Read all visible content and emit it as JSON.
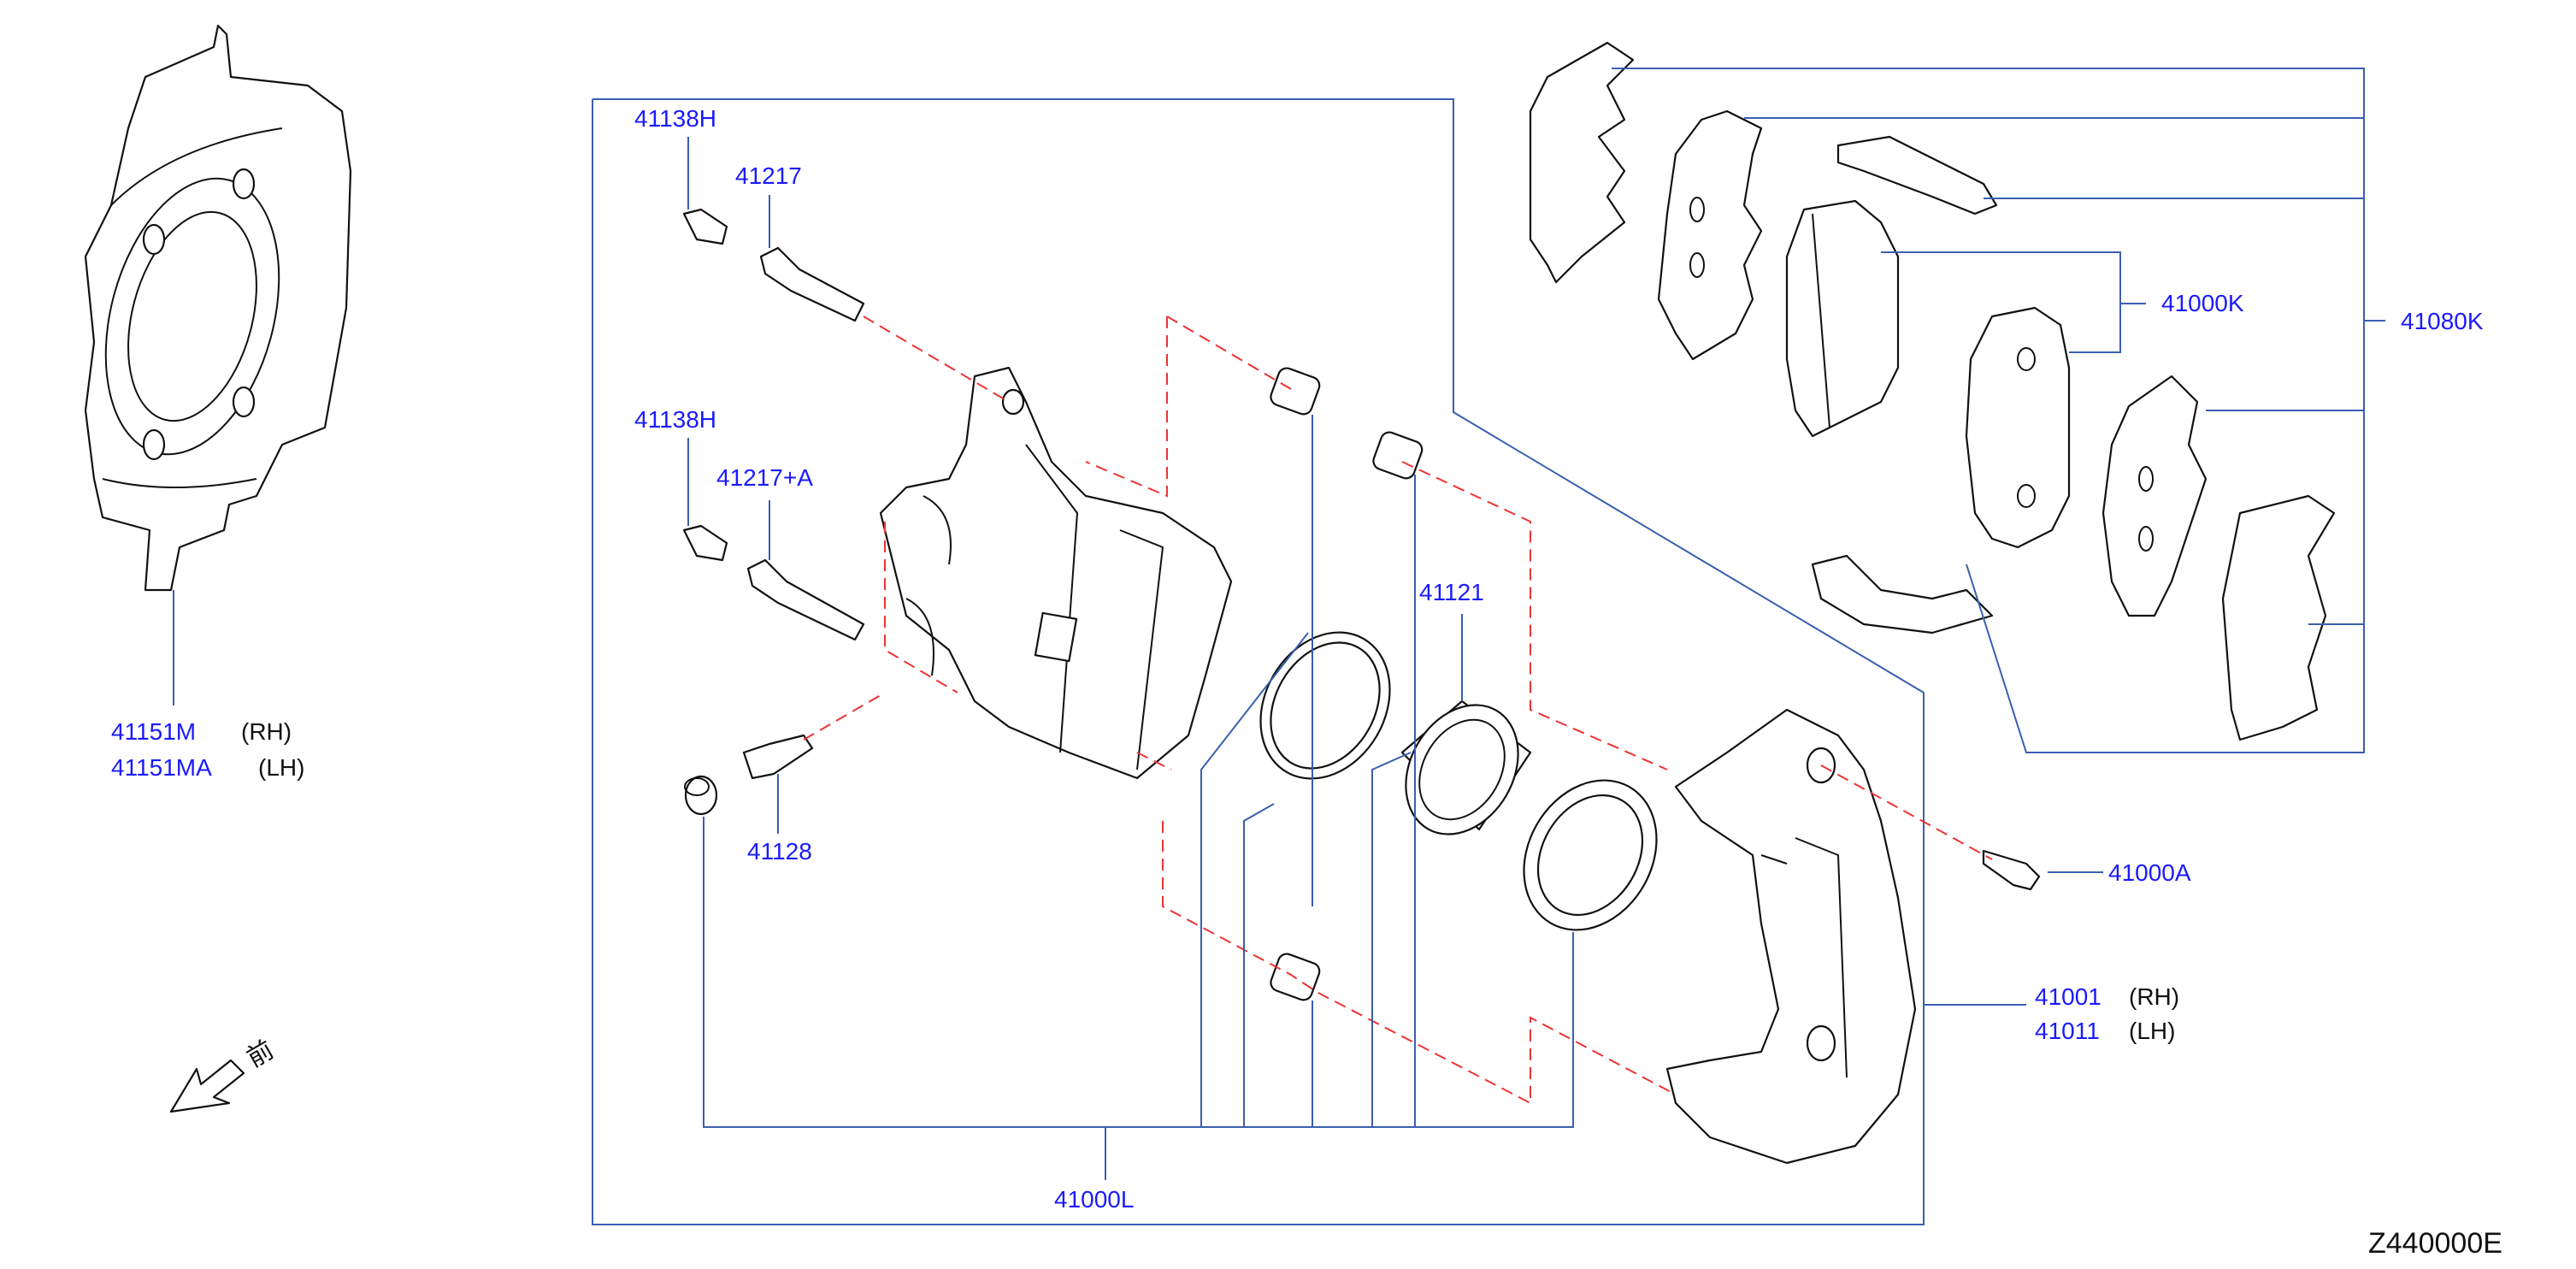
{
  "labels": {
    "shield_rh": "41151M",
    "shield_rh_side": "(RH)",
    "shield_lh": "41151MA",
    "shield_lh_side": "(LH)",
    "bolt_top": "41138H",
    "pin_top": "41217",
    "bolt_mid": "41138H",
    "pin_mid": "41217+A",
    "bleeder": "41128",
    "seal_kit": "41121",
    "caliper_assy": "41000L",
    "pad_kit": "41000K",
    "hardware_kit": "41080K",
    "bracket_bolt": "41000A",
    "bracket_rh": "41001",
    "bracket_rh_side": "(RH)",
    "bracket_lh": "41011",
    "bracket_lh_side": "(LH)"
  },
  "front_label": "前",
  "diagram_code": "Z440000E",
  "colors": {
    "part_number": "#1a1aff",
    "leader_line": "#3a5fb0",
    "exploded_line": "#ee3333",
    "ink": "#111111"
  }
}
